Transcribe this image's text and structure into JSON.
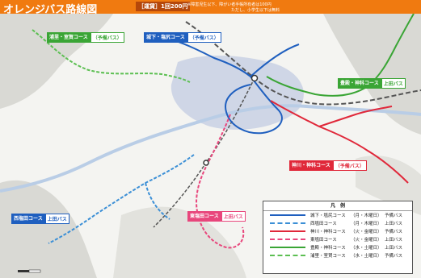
{
  "header": {
    "title": "オレンジバス路線図",
    "fare": "［運賃］1回200円",
    "note_1": "※障害児生以下、障がい者手帳所有者は100円",
    "note_2": "ただし、小学生以下は無料"
  },
  "colors": {
    "header_bg": "#f07a10",
    "route_blue": "#1f5fbf",
    "route_light_blue": "#3b8fd6",
    "route_red": "#e0283a",
    "route_pink": "#e8467c",
    "route_green": "#3aa535",
    "route_light_green": "#5cbf52",
    "railway": "#555555"
  },
  "courses": [
    {
      "name": "浦里・室賀コース",
      "bus_type": "（予備バス）",
      "color": "#3aa535"
    },
    {
      "name": "城下・塩尻コース",
      "bus_type": "（予備バス）",
      "color": "#1f5fbf"
    },
    {
      "name": "豊殿・神科コース",
      "bus_type": "上田バス",
      "color": "#3aa535"
    },
    {
      "name": "神川・神科コース",
      "bus_type": "（予備バス）",
      "color": "#e0283a"
    },
    {
      "name": "東塩田コース",
      "bus_type": "上田バス",
      "color": "#e8467c"
    },
    {
      "name": "西塩田コース",
      "bus_type": "上田バス",
      "color": "#1f5fbf"
    }
  ],
  "legend": {
    "title": "凡　例",
    "items": [
      {
        "name": "城下・塩尻コース",
        "days": "（月・木曜日）",
        "bus_type": "予備バス",
        "color": "#1f5fbf",
        "dashed": false
      },
      {
        "name": "西塩田コース",
        "days": "（月・木曜日）",
        "bus_type": "上田バス",
        "color": "#3b8fd6",
        "dashed": true
      },
      {
        "name": "神川・神科コース",
        "days": "（火・金曜日）",
        "bus_type": "予備バス",
        "color": "#e0283a",
        "dashed": false
      },
      {
        "name": "東塩田コース",
        "days": "（火・金曜日）",
        "bus_type": "上田バス",
        "color": "#e8467c",
        "dashed": true
      },
      {
        "name": "豊殿・神科コース",
        "days": "（水・土曜日）",
        "bus_type": "上田バス",
        "color": "#3aa535",
        "dashed": false
      },
      {
        "name": "浦里・室賀コース",
        "days": "（水・土曜日）",
        "bus_type": "予備バス",
        "color": "#5cbf52",
        "dashed": true
      }
    ]
  }
}
